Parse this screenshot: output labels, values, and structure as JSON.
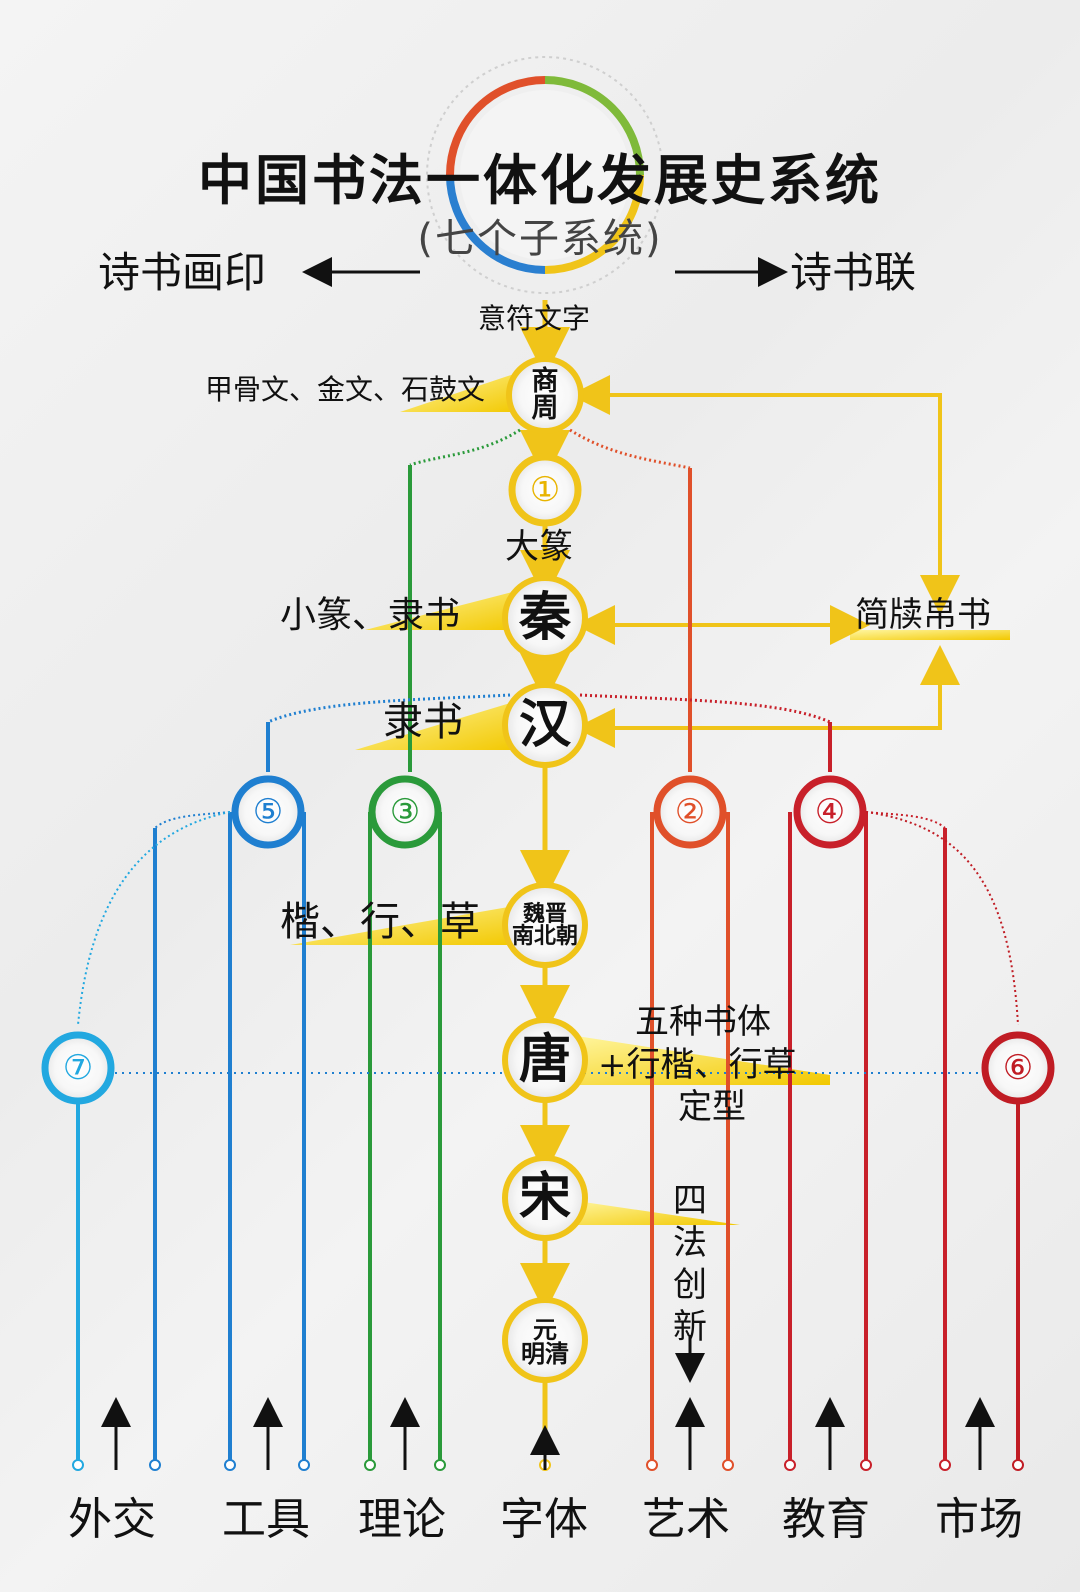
{
  "title": "中国书法一体化发展史系统",
  "subtitle": "(七个子系统)",
  "top": {
    "left_label": "诗书画印",
    "right_label": "诗书联",
    "root_label": "意符文字"
  },
  "dynasties": [
    {
      "id": "shang",
      "label": "商周"
    },
    {
      "id": "qin",
      "label": "秦"
    },
    {
      "id": "han",
      "label": "汉"
    },
    {
      "id": "wei",
      "label": "魏晋南北朝"
    },
    {
      "id": "tang",
      "label": "唐"
    },
    {
      "id": "song",
      "label": "宋"
    },
    {
      "id": "yuan",
      "label": "元明清"
    }
  ],
  "script_labels": {
    "shang": "甲骨文、金文、石鼓文",
    "dazhuan": "大篆",
    "qin": "小篆、隶书",
    "han": "隶书",
    "wei": "楷、行、草",
    "jiandu": "简牍帛书",
    "tang_line1": "五种书体",
    "tang_line2": "+行楷、行草",
    "tang_line3": "定型",
    "song": "四法创新"
  },
  "subsystems": [
    {
      "num": "①",
      "color": "#e8b400"
    },
    {
      "num": "②",
      "color": "#e0502a"
    },
    {
      "num": "③",
      "color": "#2a9a3a"
    },
    {
      "num": "④",
      "color": "#c8202a"
    },
    {
      "num": "⑤",
      "color": "#1f7fd0"
    },
    {
      "num": "⑥",
      "color": "#c01c24"
    },
    {
      "num": "⑦",
      "color": "#22a8e0"
    }
  ],
  "bottom_labels": [
    "外交",
    "工具",
    "理论",
    "字体",
    "艺术",
    "教育",
    "市场"
  ],
  "colors": {
    "yellow": "#f0c419",
    "gold": "#d4a800"
  }
}
